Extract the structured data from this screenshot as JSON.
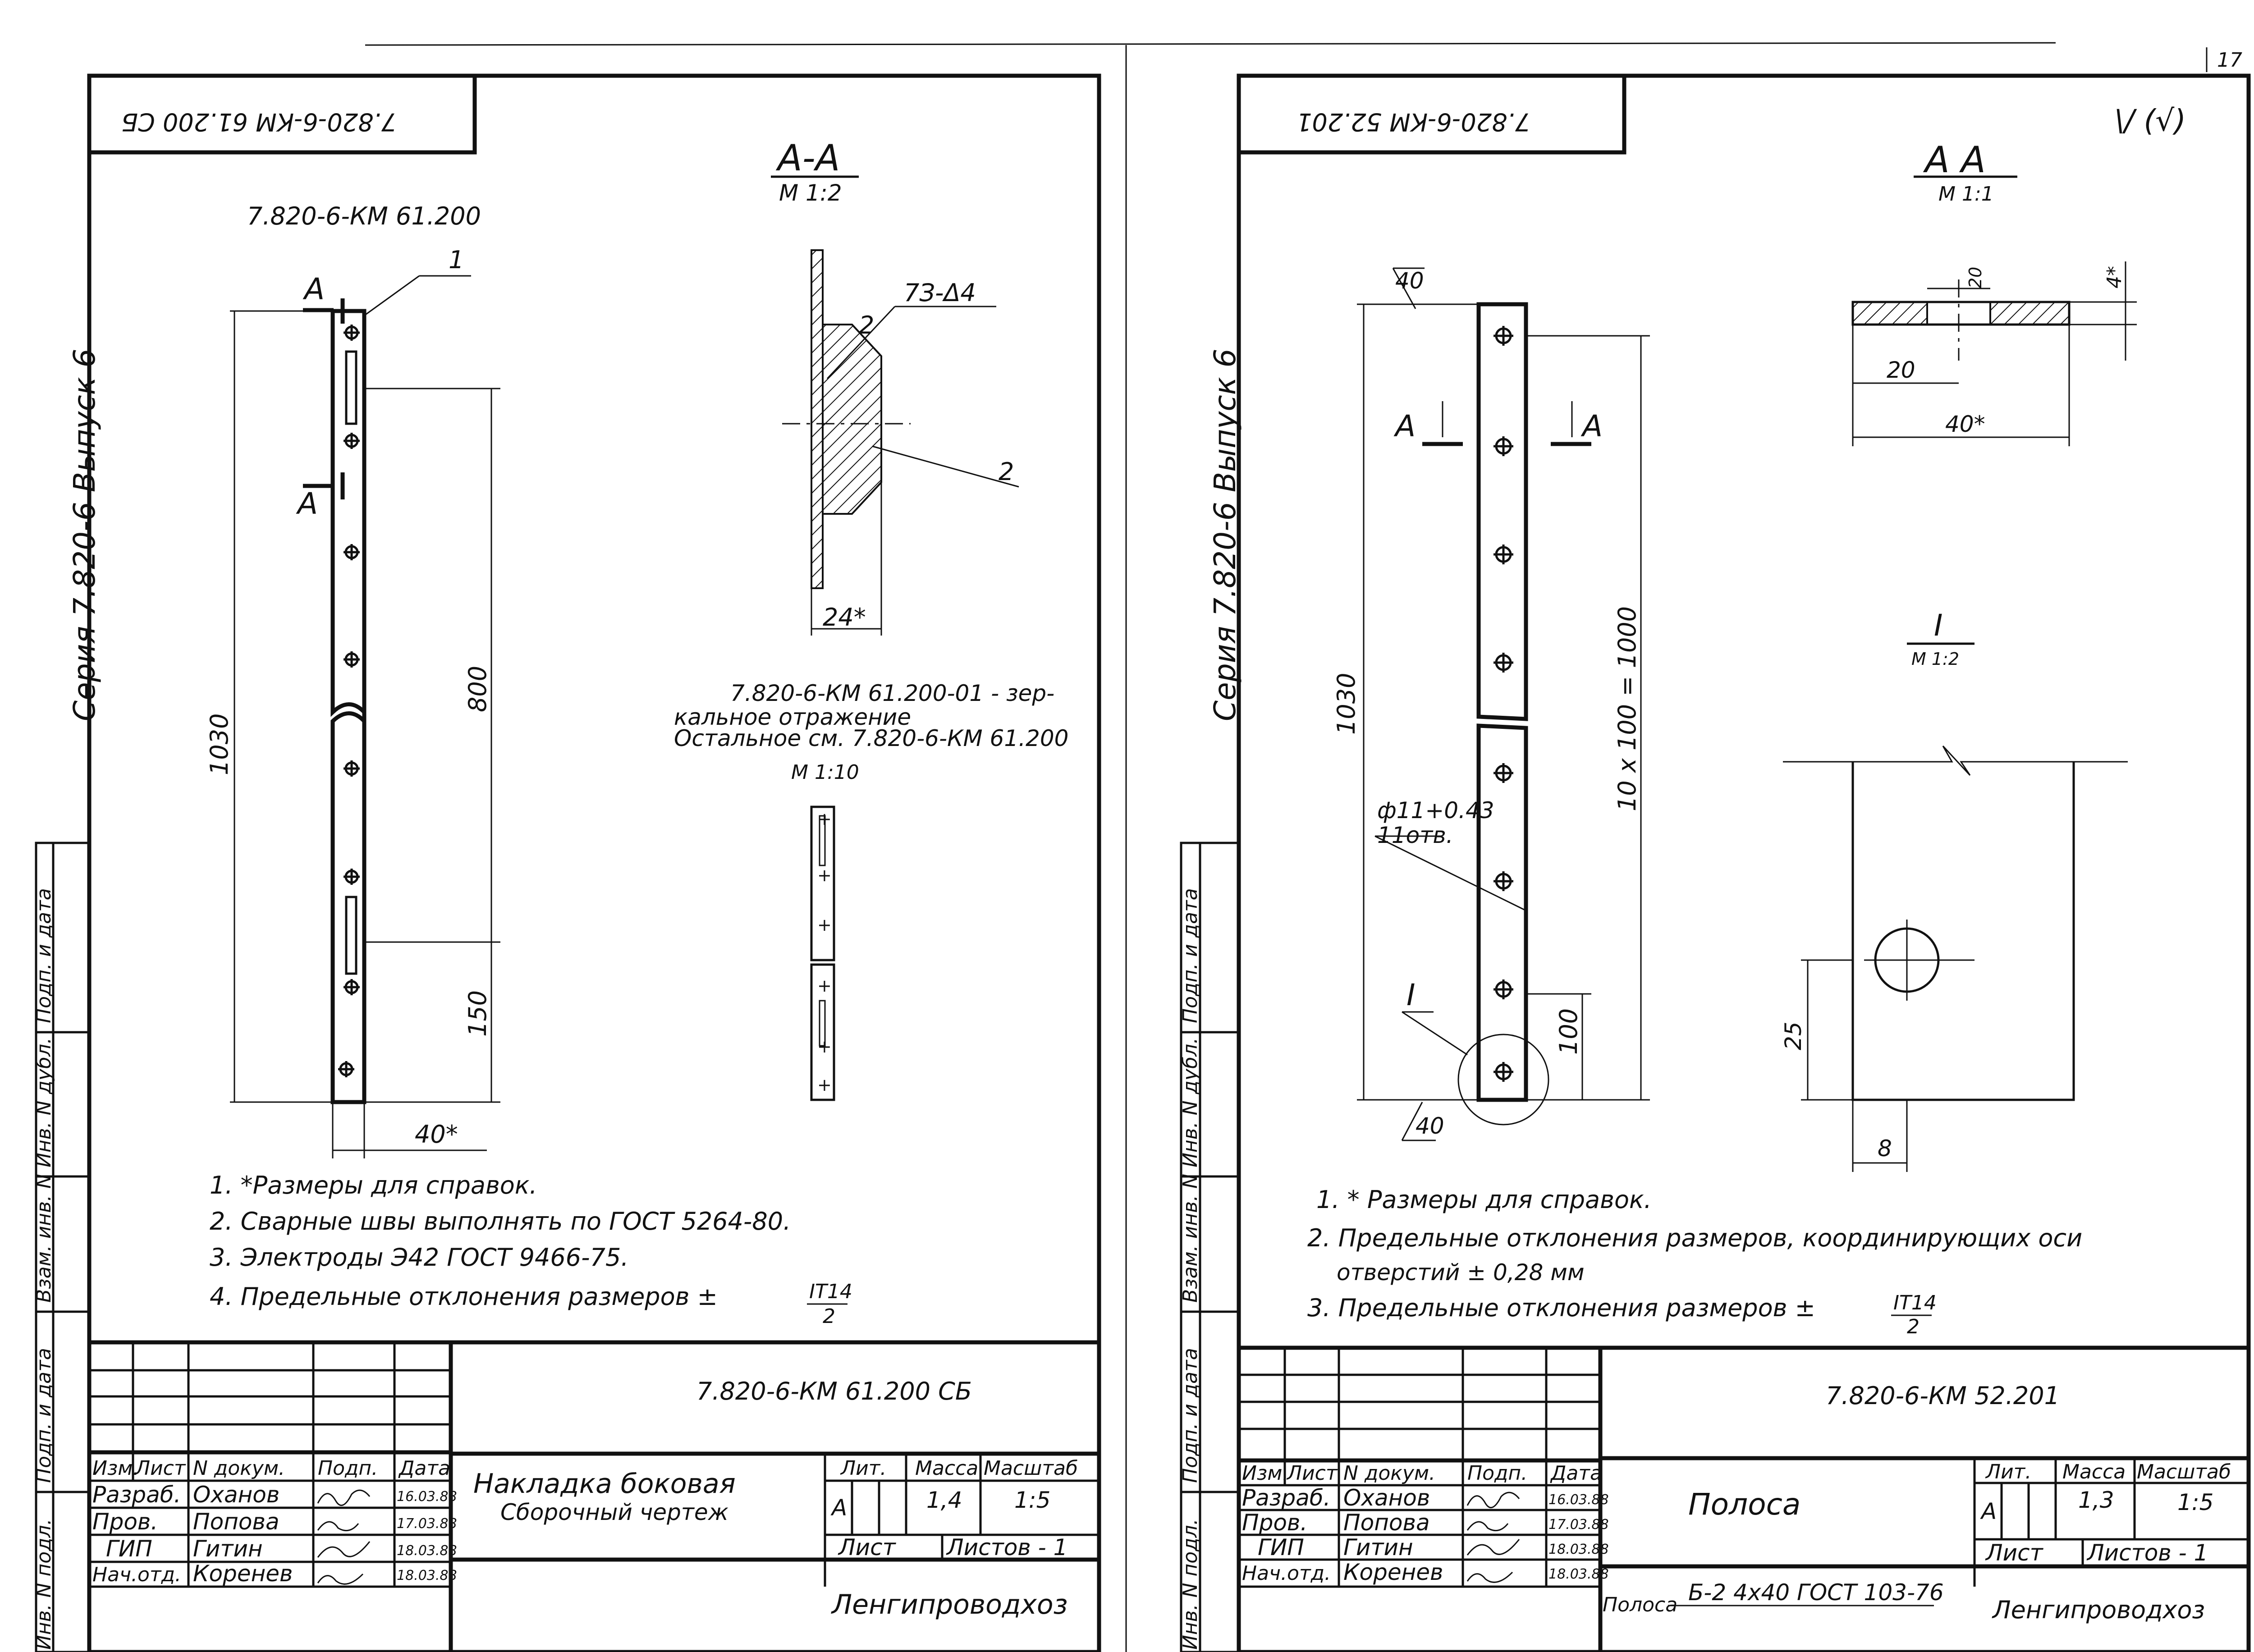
{
  "page_number": "17",
  "check_mark": "\\/ (√)",
  "left": {
    "stamp_code": "7.820-6-КМ 61.200 СБ",
    "margin_text": "Серия 7.820-6 Выпуск 6",
    "drawing_ref": "7.820-6-КМ 61.200",
    "section_letter": "А",
    "part_1": "1",
    "dim_1030": "1030",
    "dim_800": "800",
    "dim_150": "150",
    "dim_40": "40*",
    "section_title": "А-А",
    "section_scale": "М 1:2",
    "weld_mark": "7З-Δ4",
    "part_2a": "2",
    "part_2b": "2",
    "dim_24": "24*",
    "mirror_note_1": "7.820-6-КМ 61.200-01 - зер-",
    "mirror_note_2": "кальное отражение",
    "mirror_note_3": "Остальное см. 7.820-6-КМ 61.200",
    "mini_scale": "М 1:10",
    "notes": [
      "1. *Размеры для справок.",
      "2. Сварные швы выполнять по ГОСТ 5264-80.",
      "3. Электроды Э42 ГОСТ 9466-75.",
      "4. Предельные отклонения размеров ±"
    ],
    "tol_num": "IT14",
    "tol_den": "2",
    "title_block": {
      "doc_code": "7.820-6-КМ 61.200 СБ",
      "name_1": "Накладка боковая",
      "name_2": "Сборочный чертеж",
      "hdr_izm": "Изм.",
      "hdr_list": "Лист",
      "hdr_ndoc": "N докум.",
      "hdr_podp": "Подп.",
      "hdr_data": "Дата",
      "roles": [
        "Разраб.",
        "Пров.",
        "ГИП",
        "Нач.отд."
      ],
      "names": [
        "Оханов",
        "Попова",
        "Гитин",
        "Коренев"
      ],
      "dates": [
        "16.03.88",
        "17.03.88",
        "18.03.88",
        "18.03.88"
      ],
      "lit_hdr": "Лит.",
      "mass_hdr": "Масса",
      "scale_hdr": "Масштаб",
      "lit": "А",
      "mass": "1,4",
      "scale": "1:5",
      "sheet_hdr": "Лист",
      "sheets_hdr": "Листов - 1",
      "org": "Ленгипроводхоз"
    }
  },
  "right": {
    "stamp_code": "7.820-6-КМ 52.201",
    "margin_text": "Серия 7.820-6 Выпуск 6",
    "dim_40_top": "40",
    "dim_40_bot": "40",
    "dim_1030": "1030",
    "dim_1000": "10 x 100 = 1000",
    "dim_100": "100",
    "hole_dia": "ф11+0.43",
    "hole_count": "11отв.",
    "detail_mark": "I",
    "section_letter": "А",
    "section_title": "А А",
    "section_scale": "М 1:1",
    "dim_20_top": "20",
    "dim_4": "4*",
    "dim_20": "20",
    "dim_40s": "40*",
    "detail_title": "I",
    "detail_scale": "М 1:2",
    "dim_25": "25",
    "dim_8": "8",
    "notes": [
      "1. * Размеры для справок.",
      "2. Предельные отклонения размеров, координирующих оси",
      "отверстий ± 0,28 мм",
      "3. Предельные отклонения размеров ±"
    ],
    "tol_num": "IT14",
    "tol_den": "2",
    "title_block": {
      "doc_code": "7.820-6-КМ 52.201",
      "name_1": "Полоса",
      "material": "Полоса",
      "material_spec": "Б-2 4x40 ГОСТ 103-76",
      "hdr_izm": "Изм.",
      "hdr_list": "Лист",
      "hdr_ndoc": "N докум.",
      "hdr_podp": "Подп.",
      "hdr_data": "Дата",
      "roles": [
        "Разраб.",
        "Пров.",
        "ГИП",
        "Нач.отд."
      ],
      "names": [
        "Оханов",
        "Попова",
        "Гитин",
        "Коренев"
      ],
      "dates": [
        "16.03.88",
        "17.03.88",
        "18.03.88",
        "18.03.88"
      ],
      "lit_hdr": "Лит.",
      "mass_hdr": "Масса",
      "scale_hdr": "Масштаб",
      "lit": "А",
      "mass": "1,3",
      "scale": "1:5",
      "sheet_hdr": "Лист",
      "sheets_hdr": "Листов - 1",
      "org": "Ленгипроводхоз"
    }
  },
  "side_stamp": [
    "Подп. и дата",
    "Инв. N дубл.",
    "Взам. инв. N",
    "Подп. и дата",
    "Инв. N подл."
  ]
}
